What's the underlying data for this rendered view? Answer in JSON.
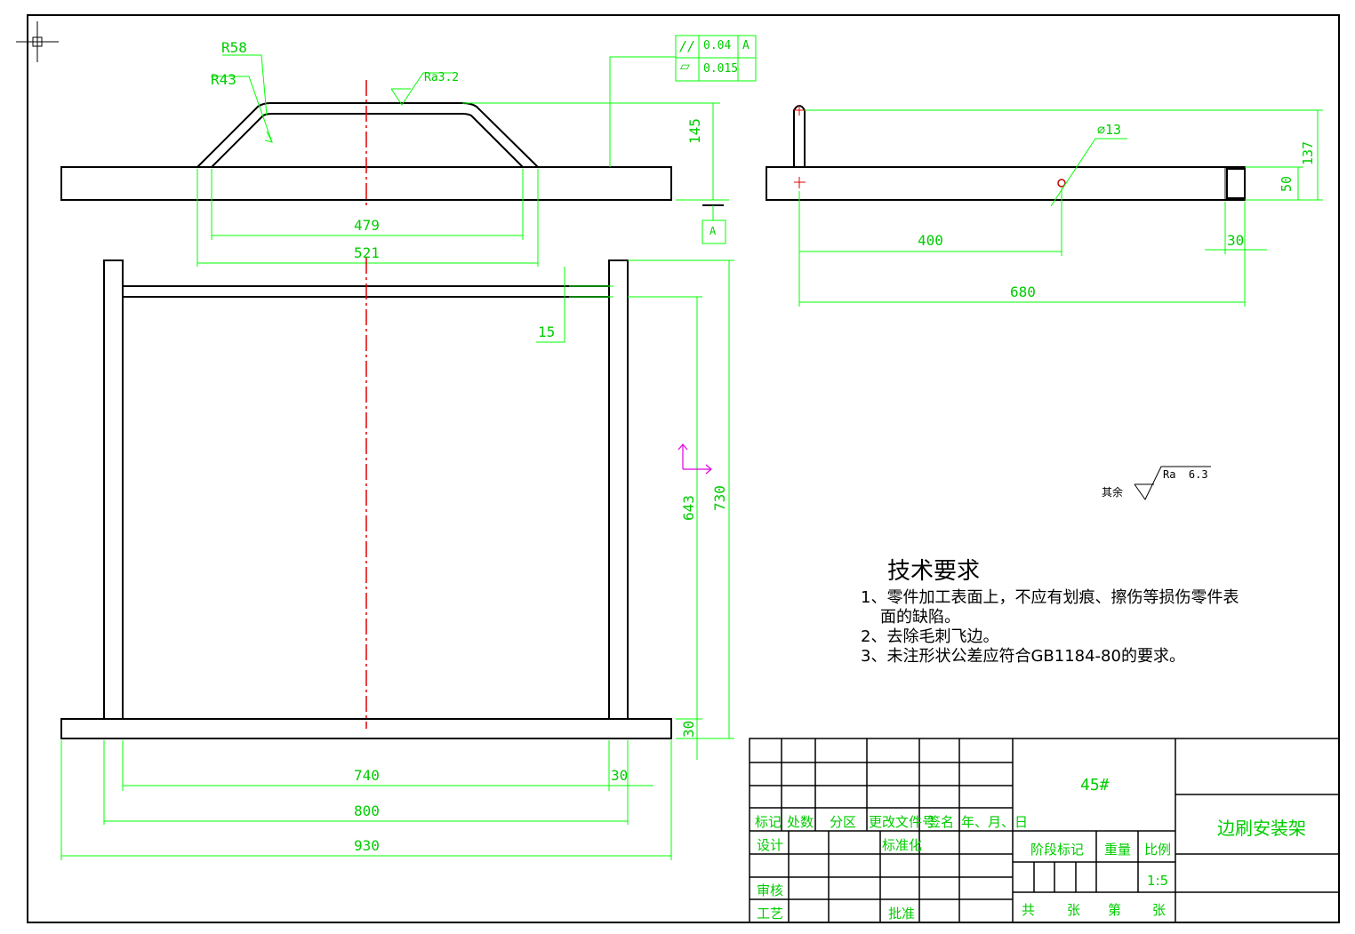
{
  "dims": {
    "r58": "R58",
    "r43": "R43",
    "ra32": "Ra3.2",
    "d145": "145",
    "d479": "479",
    "d521": "521",
    "d15": "15",
    "d643": "643",
    "d730": "730",
    "d30a": "30",
    "d740": "740",
    "d30b": "30",
    "d800": "800",
    "d930": "930",
    "phi13": "⌀13",
    "d137": "137",
    "d50": "50",
    "d400": "400",
    "d30c": "30",
    "d680": "680"
  },
  "gdt": {
    "parallel_sym": "//",
    "parallel_val": "0.04",
    "parallel_ref": "A",
    "flat_sym": "▱",
    "flat_val": "0.015",
    "datum": "A"
  },
  "roughness": {
    "prefix": "其余",
    "value": "Ra  6.3"
  },
  "tech": {
    "title": "技术要求",
    "line1": "1、零件加工表面上，不应有划痕、擦伤等损伤零件表",
    "line1b": "面的缺陷。",
    "line2": "2、去除毛刺飞边。",
    "line3": "3、未注形状公差应符合GB1184-80的要求。"
  },
  "title_block": {
    "material": "45#",
    "part_name": "边刷安装架",
    "h_mark": "标记",
    "h_count": "处数",
    "h_zone": "分区",
    "h_docno": "更改文件号",
    "h_sign": "签名",
    "h_date": "年、月、日",
    "design": "设计",
    "standard": "标准化",
    "review": "审核",
    "process": "工艺",
    "approve": "批准",
    "stage": "阶段标记",
    "weight": "重量",
    "scale": "比例",
    "scale_val": "1:5",
    "total": "共",
    "sheets": "张",
    "no": "第",
    "sheet": "张"
  }
}
